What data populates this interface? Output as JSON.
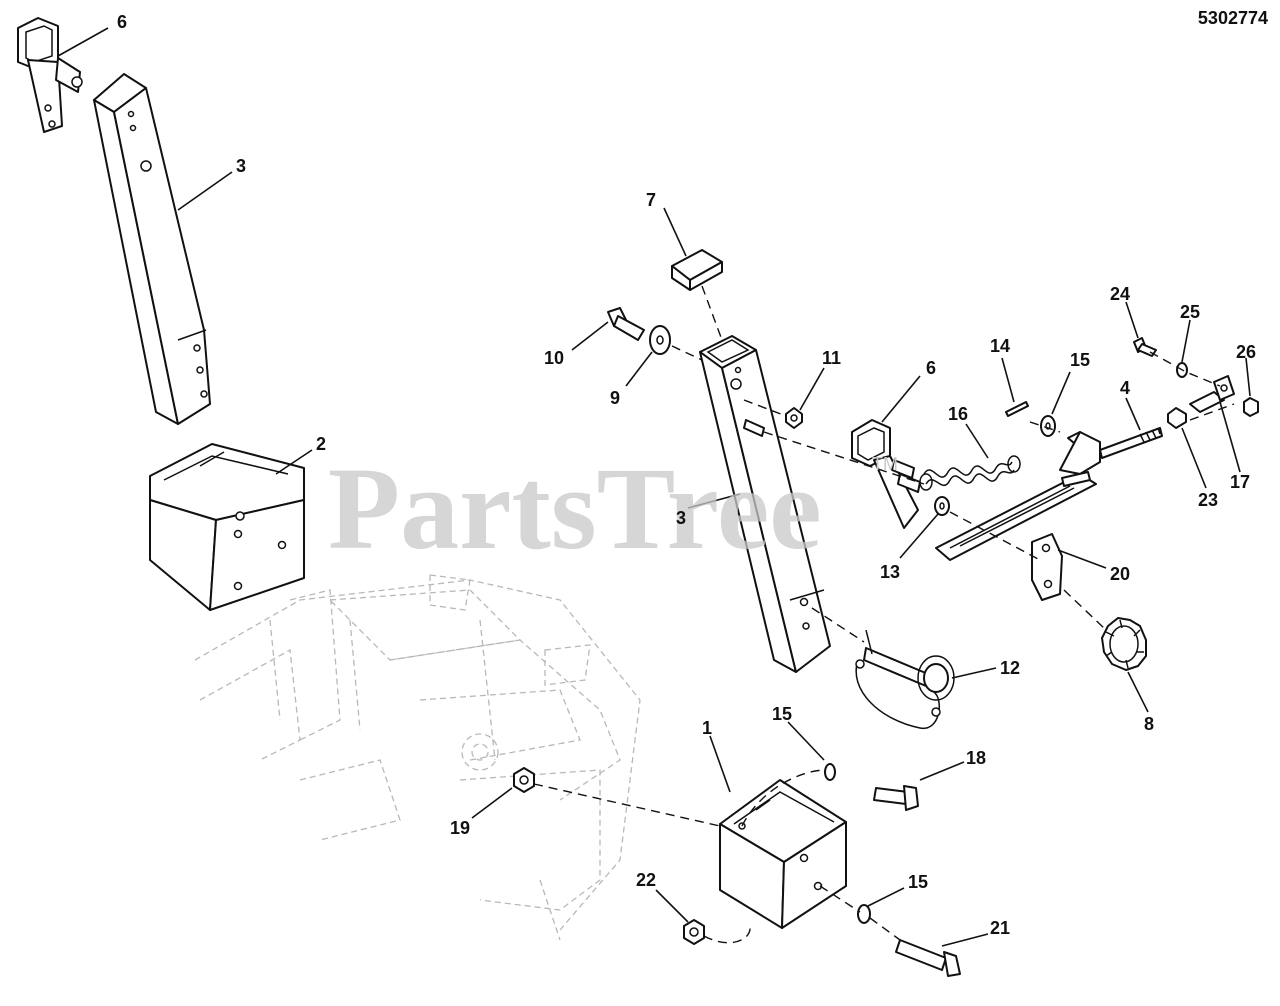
{
  "drawing_number": "5302774",
  "watermark": {
    "text": "PartsTree",
    "mark": "TM"
  },
  "callouts": [
    {
      "id": "c6a",
      "label": "6"
    },
    {
      "id": "c3a",
      "label": "3"
    },
    {
      "id": "c2",
      "label": "2"
    },
    {
      "id": "c7",
      "label": "7"
    },
    {
      "id": "c10",
      "label": "10"
    },
    {
      "id": "c9",
      "label": "9"
    },
    {
      "id": "c11",
      "label": "11"
    },
    {
      "id": "c6b",
      "label": "6"
    },
    {
      "id": "c14",
      "label": "14"
    },
    {
      "id": "c15a",
      "label": "15"
    },
    {
      "id": "c16",
      "label": "16"
    },
    {
      "id": "c24",
      "label": "24"
    },
    {
      "id": "c25",
      "label": "25"
    },
    {
      "id": "c26",
      "label": "26"
    },
    {
      "id": "c4",
      "label": "4"
    },
    {
      "id": "c17",
      "label": "17"
    },
    {
      "id": "c23",
      "label": "23"
    },
    {
      "id": "c3b",
      "label": "3"
    },
    {
      "id": "c13",
      "label": "13"
    },
    {
      "id": "c20",
      "label": "20"
    },
    {
      "id": "c12",
      "label": "12"
    },
    {
      "id": "c8",
      "label": "8"
    },
    {
      "id": "c1",
      "label": "1"
    },
    {
      "id": "c15b",
      "label": "15"
    },
    {
      "id": "c18",
      "label": "18"
    },
    {
      "id": "c19",
      "label": "19"
    },
    {
      "id": "c22",
      "label": "22"
    },
    {
      "id": "c15c",
      "label": "15"
    },
    {
      "id": "c21",
      "label": "21"
    }
  ]
}
